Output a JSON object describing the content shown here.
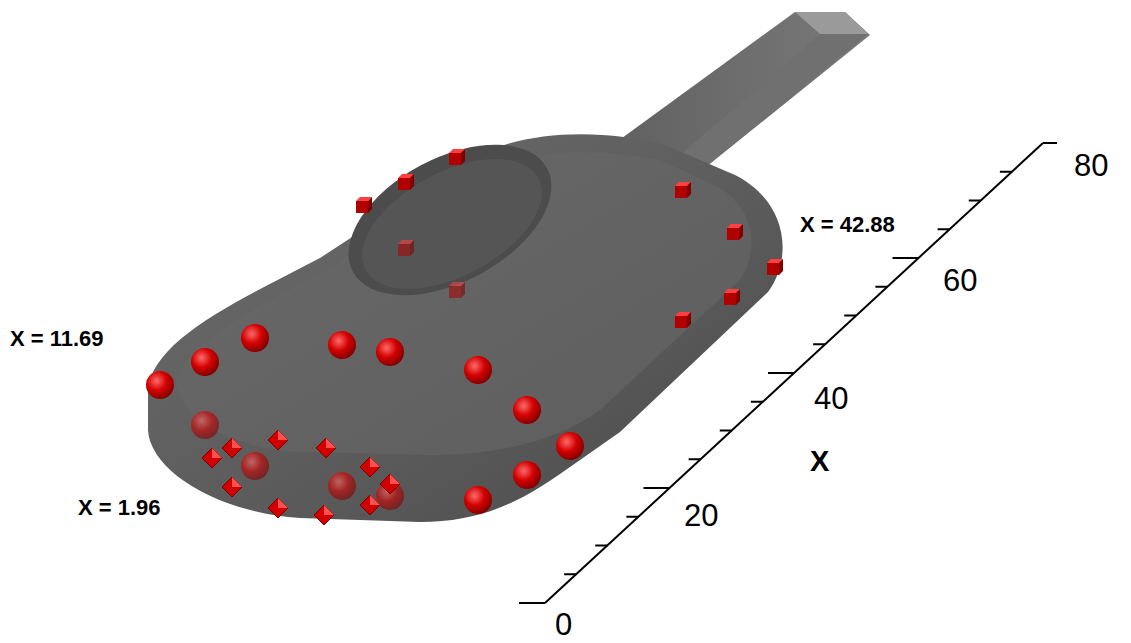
{
  "diagram": {
    "labels": [
      "X = 11.69",
      "X = 1.96",
      "X = 42.88",
      "80",
      "60",
      "40",
      "X",
      "20",
      "0"
    ]
  }
}
